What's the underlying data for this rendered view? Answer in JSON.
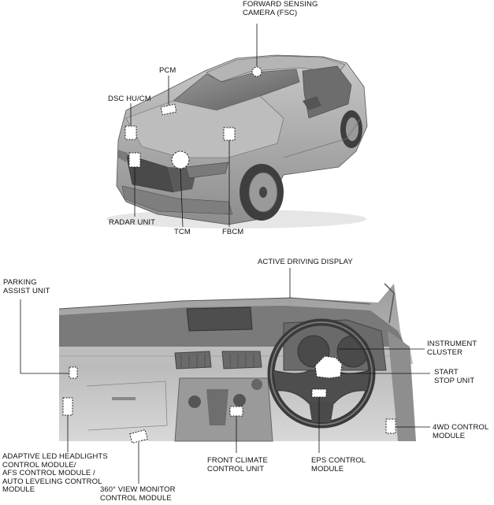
{
  "exterior": {
    "labels": {
      "forward_camera": "FORWARD SENSING\nCAMERA (FSC)",
      "pcm": "PCM",
      "dsc": "DSC HU/CM",
      "radar": "RADAR UNIT",
      "tcm": "TCM",
      "fbcm": "FBCM"
    }
  },
  "interior": {
    "labels": {
      "active_driving_display": "ACTIVE DRIVING DISPLAY",
      "parking_assist": "PARKING\nASSIST UNIT",
      "instrument_cluster": "INSTRUMENT\nCLUSTER",
      "start_stop": "START\nSTOP UNIT",
      "fourwd": "4WD CONTROL\nMODULE",
      "adaptive_led": "ADAPTIVE LED HEADLIGHTS\nCONTROL MODULE/\nAFS CONTROL MODULE /\nAUTO LEVELING CONTROL\nMODULE",
      "view_monitor": "360° VIEW MONITOR\nCONTROL MODULE",
      "front_climate": "FRONT CLIMATE\nCONTROL UNIT",
      "eps": "EPS CONTROL\nMODULE"
    }
  }
}
